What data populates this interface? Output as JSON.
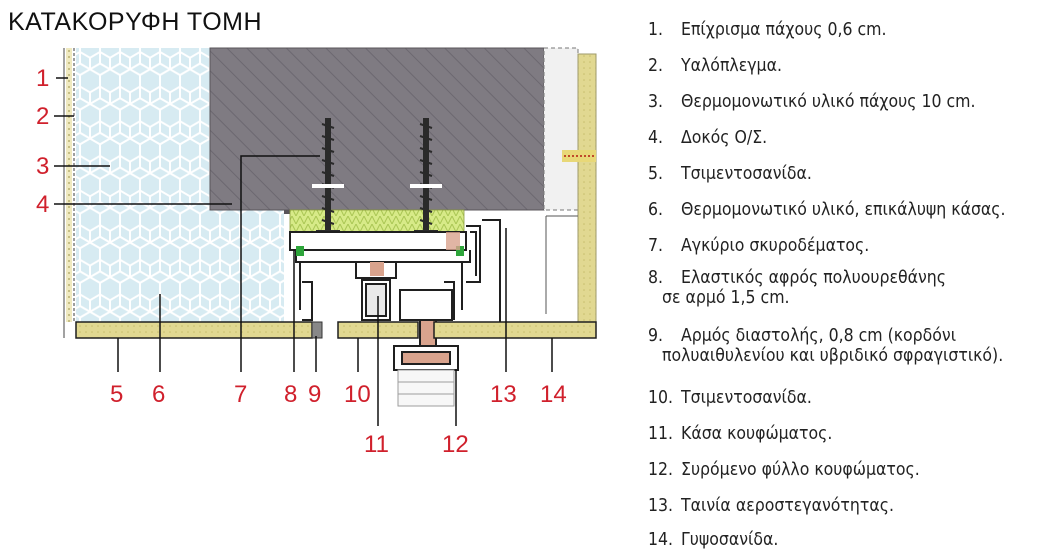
{
  "title": "ΚΑΤΑΚΟΡΥΦΗ ΤΟΜΗ",
  "callouts": [
    "1",
    "2",
    "3",
    "4",
    "5",
    "6",
    "7",
    "8",
    "9",
    "10",
    "11",
    "12",
    "13",
    "14"
  ],
  "legend": [
    {
      "n": "1.",
      "text": "Επίχρισμα πάχους 0,6 cm."
    },
    {
      "n": "2.",
      "text": "Υαλόπλεγμα."
    },
    {
      "n": "3.",
      "text": "Θερμομονωτικό υλικό πάχους 10 cm."
    },
    {
      "n": "4.",
      "text": "Δοκός Ο/Σ."
    },
    {
      "n": "5.",
      "text": "Τσιμεντοσανίδα."
    },
    {
      "n": "6.",
      "text": "Θερμομονωτικό υλικό, επικάλυψη κάσας."
    },
    {
      "n": "7.",
      "text": "Αγκύριο σκυροδέματος."
    },
    {
      "n": "8.",
      "text": "Ελαστικός αφρός πολυουρεθάνης",
      "cont": "σε αρμό 1,5 cm."
    },
    {
      "n": "9.",
      "text": "Αρμός διαστολής, 0,8 cm (κορδόνι",
      "cont": "πολυαιθυλενίου και υβριδικό σφραγιστικό)."
    },
    {
      "n": "10.",
      "text": "Τσιμεντοσανίδα."
    },
    {
      "n": "11.",
      "text": "Κάσα κουφώματος."
    },
    {
      "n": "12.",
      "text": "Συρόμενο φύλλο κουφώματος."
    },
    {
      "n": "13.",
      "text": "Ταινία αεροστεγανότητας."
    },
    {
      "n": "14.",
      "text": "Γυψοσανίδα."
    }
  ],
  "colors": {
    "callout": "#d0202c",
    "beam": "#7f7b82",
    "insulation": "#d7ebf2",
    "board": "#e1d891",
    "foam": "#d7ea88",
    "profile_accent": "#d9a38d"
  }
}
